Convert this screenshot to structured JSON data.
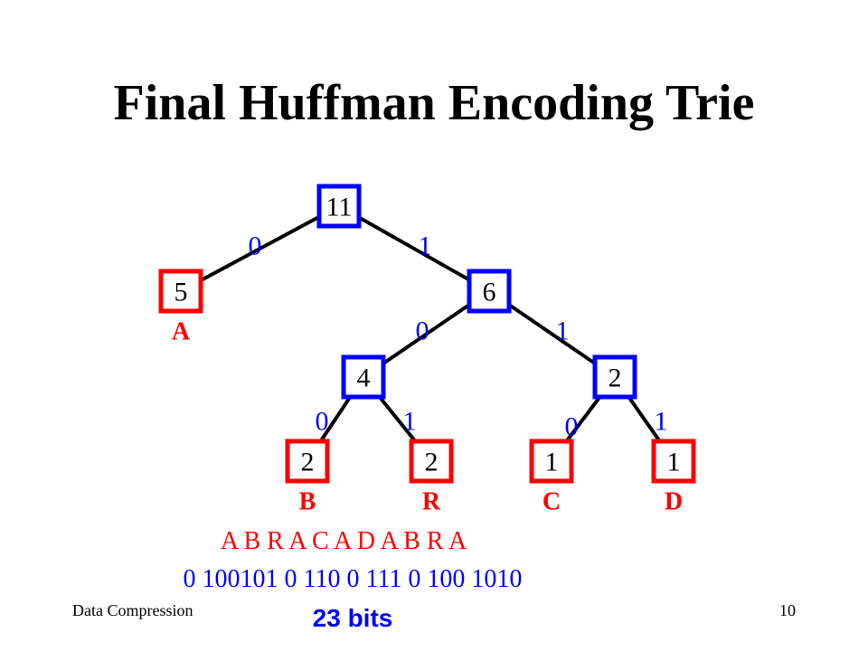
{
  "slide": {
    "title": "Final Huffman Encoding Trie",
    "footer_left": "Data Compression",
    "page_number": "10"
  },
  "colors": {
    "internal_node": "#0000ff",
    "leaf_node": "#ff0000",
    "edge": "#000000"
  },
  "trie": {
    "nodes": [
      {
        "id": "n11",
        "weight": "11",
        "kind": "internal"
      },
      {
        "id": "n5",
        "weight": "5",
        "kind": "leaf",
        "symbol": "A"
      },
      {
        "id": "n6",
        "weight": "6",
        "kind": "internal"
      },
      {
        "id": "n4",
        "weight": "4",
        "kind": "internal"
      },
      {
        "id": "n2i",
        "weight": "2",
        "kind": "internal"
      },
      {
        "id": "nB",
        "weight": "2",
        "kind": "leaf",
        "symbol": "B"
      },
      {
        "id": "nR",
        "weight": "2",
        "kind": "leaf",
        "symbol": "R"
      },
      {
        "id": "nC",
        "weight": "1",
        "kind": "leaf",
        "symbol": "C"
      },
      {
        "id": "nD",
        "weight": "1",
        "kind": "leaf",
        "symbol": "D"
      }
    ],
    "edges": [
      {
        "from": "n11",
        "to": "n5",
        "bit": "0"
      },
      {
        "from": "n11",
        "to": "n6",
        "bit": "1"
      },
      {
        "from": "n6",
        "to": "n4",
        "bit": "0"
      },
      {
        "from": "n6",
        "to": "n2i",
        "bit": "1"
      },
      {
        "from": "n4",
        "to": "nB",
        "bit": "0"
      },
      {
        "from": "n4",
        "to": "nR",
        "bit": "1"
      },
      {
        "from": "n2i",
        "to": "nC",
        "bit": "0"
      },
      {
        "from": "n2i",
        "to": "nD",
        "bit": "1"
      }
    ]
  },
  "message": "A B R A C A D A B R A",
  "encoding": "0 100101 0 110 0 111 0 100 1010",
  "bit_count": "23 bits"
}
